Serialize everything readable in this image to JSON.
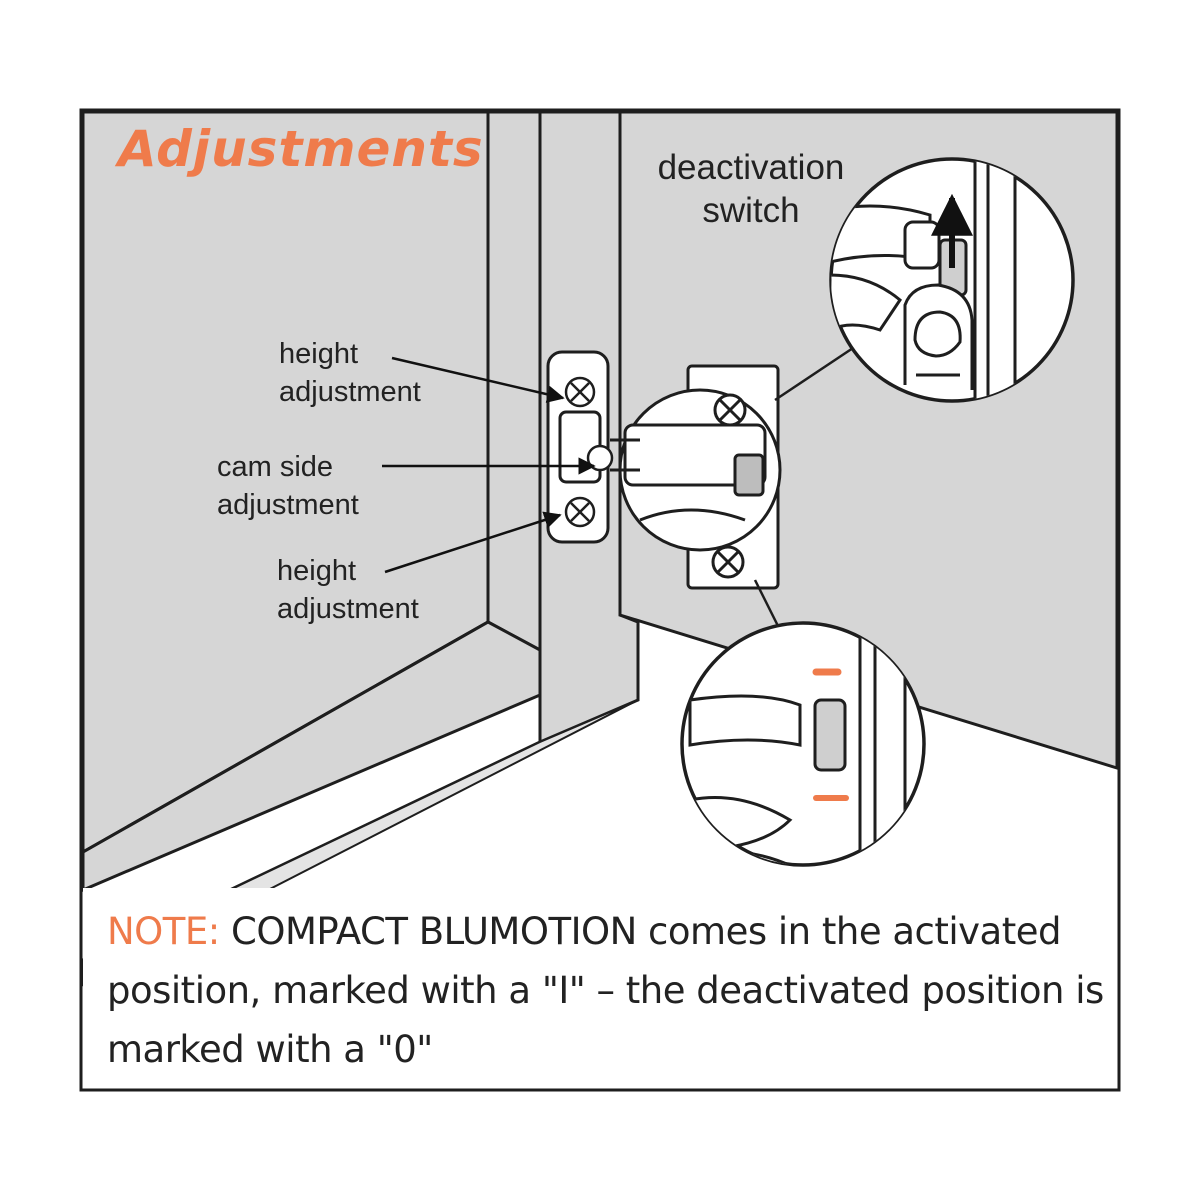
{
  "title": "Adjustments",
  "labels": {
    "height_top": "height\nadjustment",
    "cam_side": "cam side\nadjustment",
    "height_bottom": "height\nadjustment",
    "deactivation_switch": "deactivation\nswitch"
  },
  "note": {
    "prefix": "NOTE:",
    "body": " COMPACT BLUMOTION comes in the activated position, marked with a \"I\" – the deactivated position is marked with a \"0\""
  },
  "colors": {
    "accent": "#ef7b4b",
    "wall_gray": "#d6d6d6",
    "ink": "#1e1e1e",
    "arrow": "#111111"
  },
  "icons": [
    "arrow-up-icon",
    "fingertip-icon",
    "screw-icon"
  ]
}
